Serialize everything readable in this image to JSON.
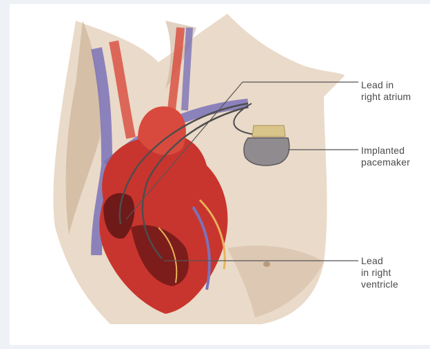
{
  "labels": {
    "atrium": "Lead in\nright atrium",
    "pacemaker": "Implanted\npacemaker",
    "ventricle": "Lead\nin right\nventricle"
  },
  "colors": {
    "background": "#eef2f7",
    "panel": "#ffffff",
    "skin": "#e6d3c0",
    "skin_shadow": "#cdb399",
    "heart": "#c8352e",
    "heart_dark": "#8e1f1c",
    "artery": "#d84a3d",
    "vein": "#7b72b8",
    "lead": "#4d4d4d",
    "pacemaker": "#8f8b8e",
    "connector": "#d9c58a",
    "leader_line": "#555555"
  }
}
